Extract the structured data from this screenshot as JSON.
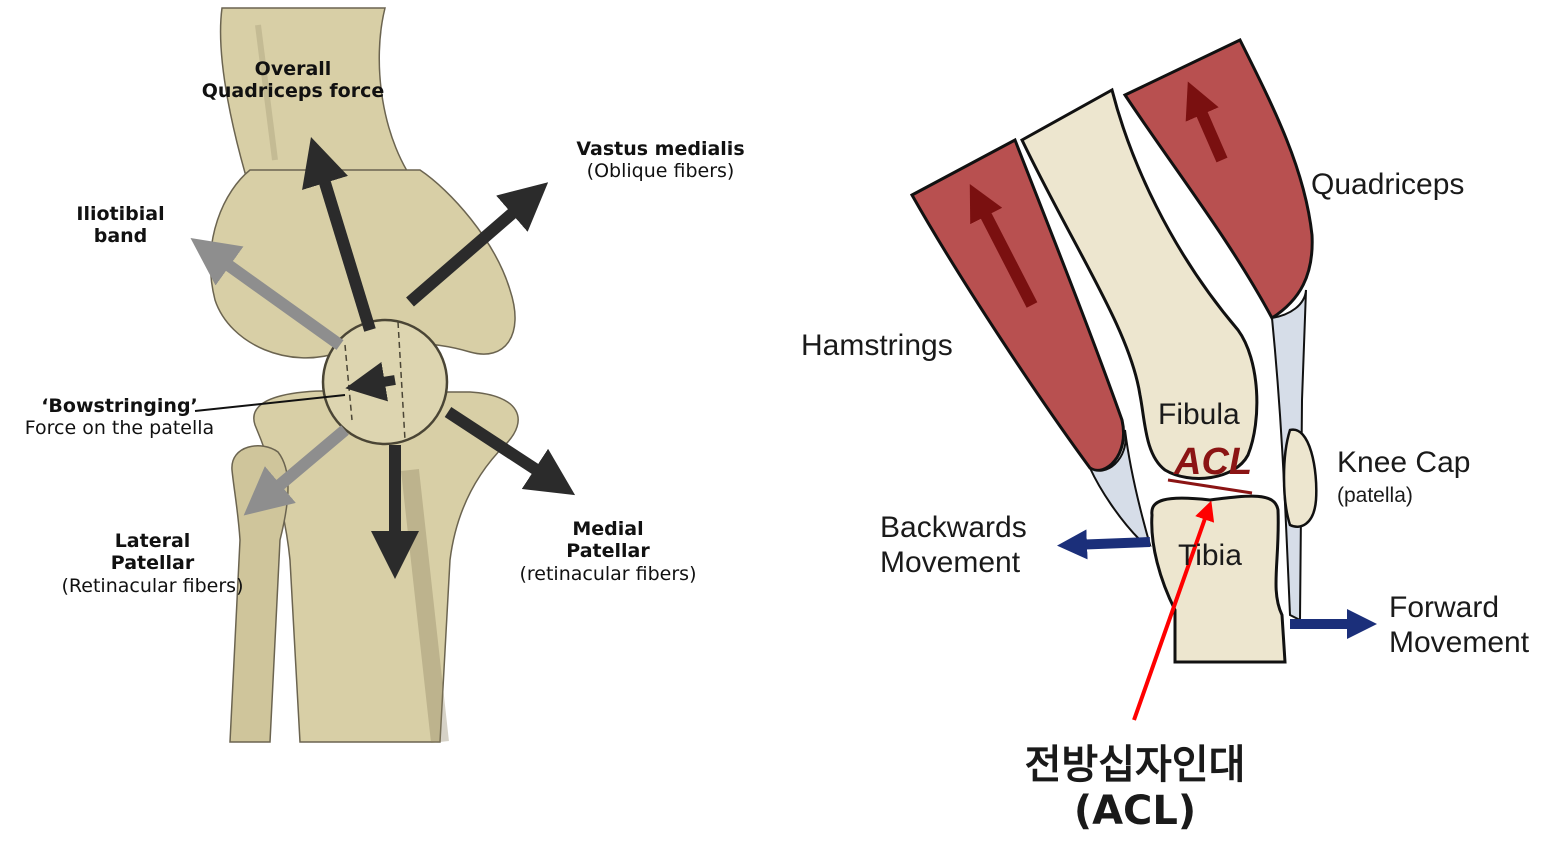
{
  "left_diagram": {
    "overall_quadriceps": {
      "line1": "Overall",
      "line2": "Quadriceps force"
    },
    "vastus_medialis": {
      "line1": "Vastus medialis",
      "line2": "(Oblique fibers)"
    },
    "iliotibial_band": {
      "line1": "Iliotibial",
      "line2": "band"
    },
    "bowstringing": {
      "line1": "‘Bowstringing’",
      "line2": "Force on the patella"
    },
    "lateral_patellar": {
      "line1": "Lateral",
      "line2": "Patellar",
      "line3": "(Retinacular fibers)"
    },
    "medial_patellar": {
      "line1": "Medial",
      "line2": "Patellar",
      "line3": "(retinacular fibers)"
    }
  },
  "right_diagram": {
    "hamstrings": "Hamstrings",
    "quadriceps": "Quadriceps",
    "fibula": "Fibula",
    "acl_tag": "ACL",
    "knee_cap": {
      "line1": "Knee Cap",
      "line2": "(patella)"
    },
    "backwards_movement": {
      "line1": "Backwards",
      "line2": "Movement"
    },
    "tibia": "Tibia",
    "forward_movement": {
      "line1": "Forward",
      "line2": "Movement"
    },
    "acl_korean": {
      "line1": "전방십자인대",
      "line2": "(ACL)"
    }
  },
  "colors": {
    "bone": "#d8cfa6",
    "bone_right": "#ede6cf",
    "muscle": "#b85050",
    "muscle_arrow": "#7a1010",
    "tendon": "#d6dde8",
    "movement_arrow": "#1b2f7a",
    "pointer_red": "#ff0000",
    "force_arrow_dark": "#2b2b2b",
    "force_arrow_gray": "#8e8e8e"
  }
}
